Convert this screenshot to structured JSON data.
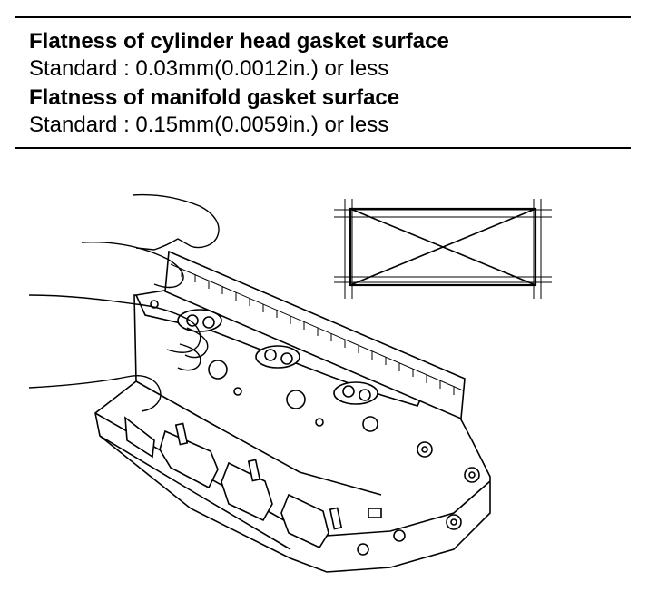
{
  "specs": [
    {
      "title": "Flatness of cylinder head gasket surface",
      "standard": "Standard :  0.03mm(0.0012in.)  or less"
    },
    {
      "title": "Flatness of manifold gasket surface",
      "standard": "Standard :  0.15mm(0.0059in.)  or less"
    }
  ],
  "colors": {
    "ink": "#000000",
    "paper": "#ffffff"
  }
}
